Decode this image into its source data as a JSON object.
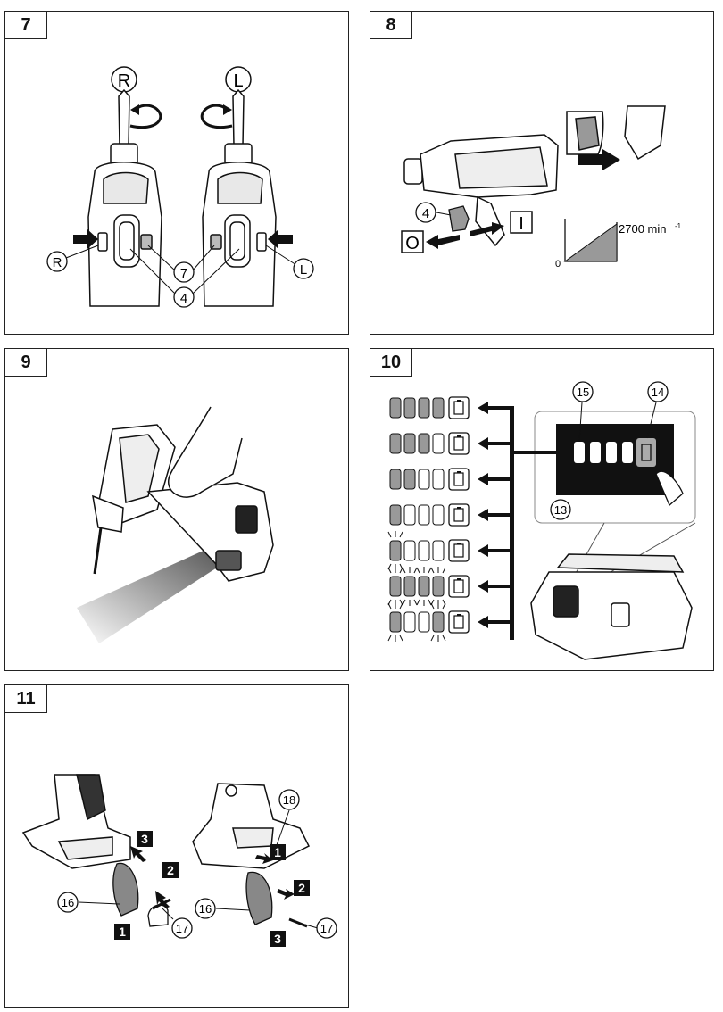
{
  "figures": [
    {
      "number": "7"
    },
    {
      "number": "8"
    },
    {
      "number": "9"
    },
    {
      "number": "10"
    },
    {
      "number": "11"
    }
  ],
  "fig7": {
    "rotation_right": "R",
    "rotation_left": "L",
    "callout_switch_right": "R",
    "callout_switch_left": "L",
    "callout_7": "7",
    "callout_4": "4"
  },
  "fig8": {
    "callout_4": "4",
    "off_symbol": "O",
    "on_symbol": "I",
    "speed_value": "2700 min",
    "speed_exponent": "-1",
    "speed_zero": "0"
  },
  "fig10": {
    "callout_15": "15",
    "callout_14": "14",
    "callout_13": "13"
  },
  "fig11": {
    "step_1": "1",
    "step_2": "2",
    "step_3": "3",
    "callout_16": "16",
    "callout_17": "17",
    "callout_18": "18"
  }
}
